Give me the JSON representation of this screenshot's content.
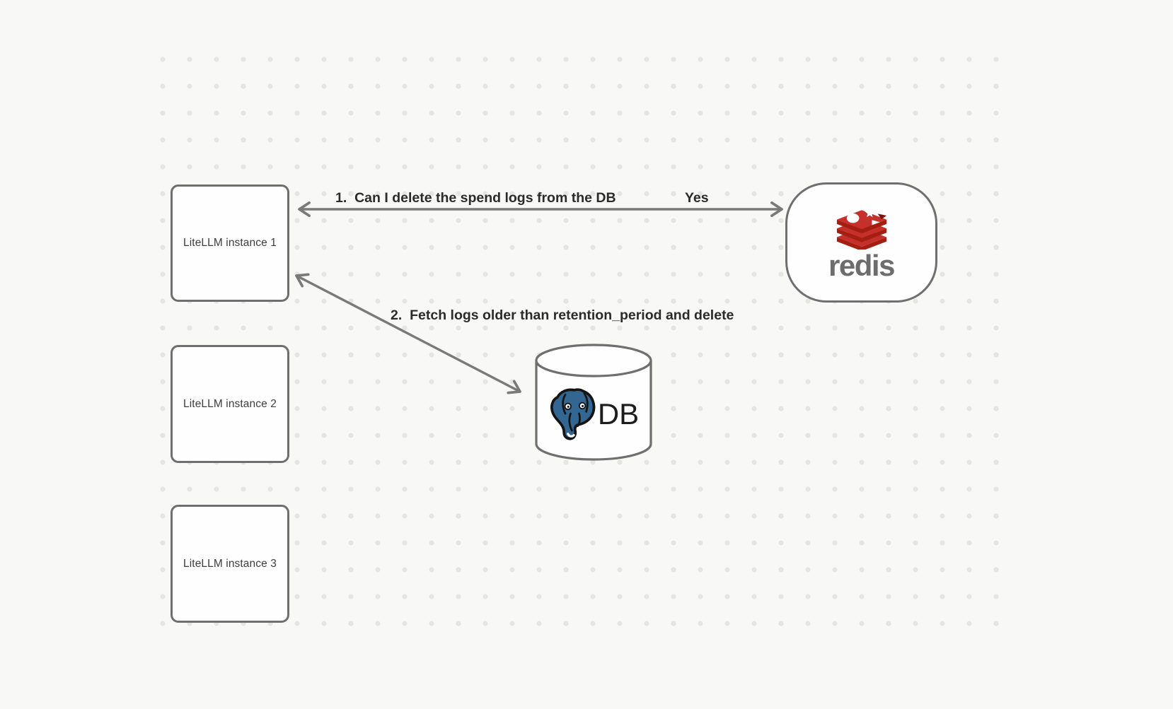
{
  "diagram": {
    "background": "#F8F8F6",
    "dot_color": "#E5E5E2",
    "node_stroke_color": "#6F6F6F",
    "arrow_color": "#7A7A7A",
    "label_color": "#2B2B2B"
  },
  "nodes": {
    "instances": [
      {
        "label": "LiteLLM instance 1"
      },
      {
        "label": "LiteLLM instance 2"
      },
      {
        "label": "LiteLLM instance 3"
      }
    ],
    "redis": {
      "wordmark": "redis",
      "icon": "redis-stack-logo",
      "red": "#C6302B",
      "dark_red": "#A41E11"
    },
    "db": {
      "label": "DB",
      "icon": "postgresql-elephant-logo",
      "blue": "#336791"
    }
  },
  "edges": [
    {
      "label": "1.  Can I delete the spend logs from the DB",
      "response": "Yes"
    },
    {
      "label": "2.  Fetch logs older than retention_period and delete"
    }
  ]
}
